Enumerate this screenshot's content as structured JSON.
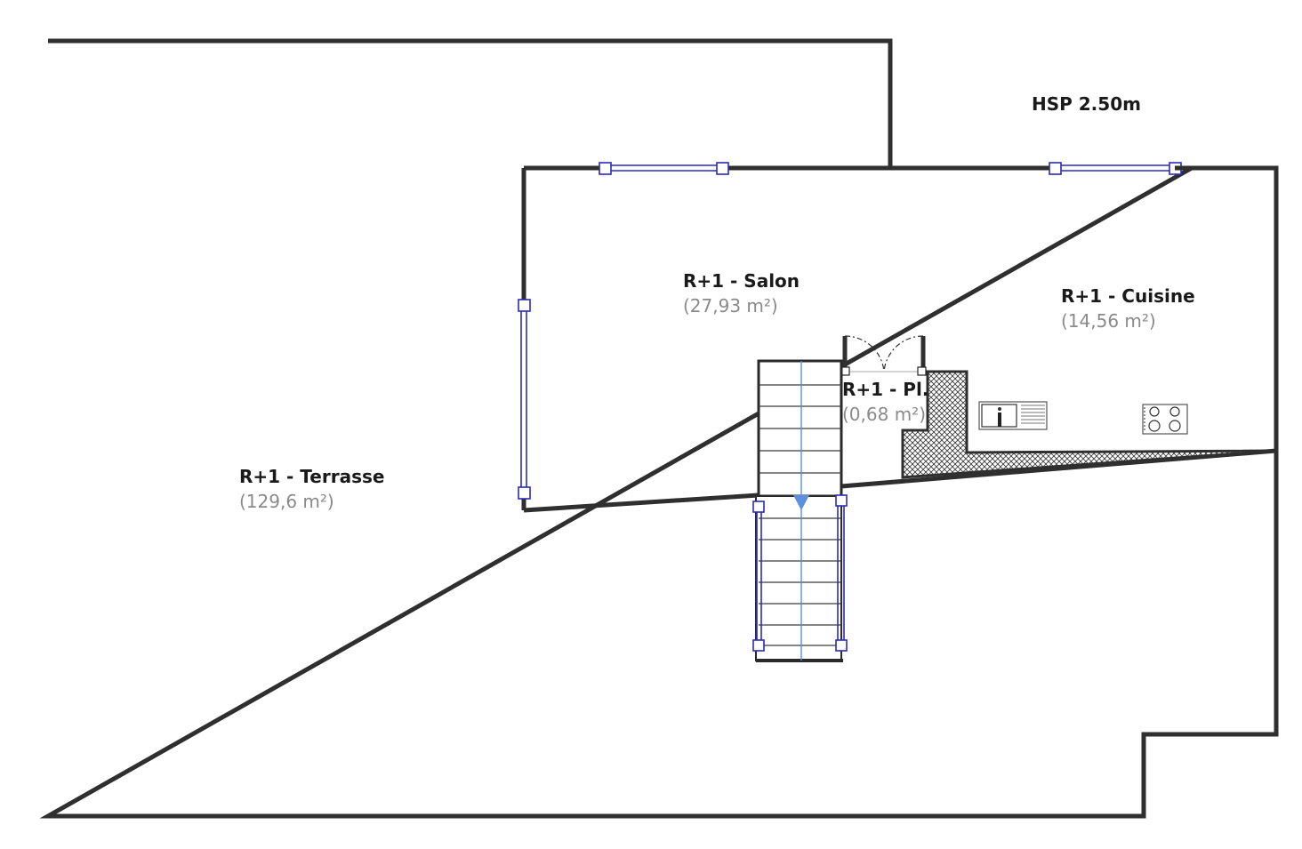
{
  "plan": {
    "height_label": "HSP 2.50m",
    "colors": {
      "wall": "#2f2f2f",
      "window": "#2b2bb8",
      "stair_axis": "#5b8fe0",
      "room_name": "#1a1a1a",
      "room_area": "#8a8a8a"
    },
    "rooms": [
      {
        "name": "R+1 - Terrasse",
        "area": "(129,6 m²)"
      },
      {
        "name": "R+1 - Salon",
        "area": "(27,93 m²)"
      },
      {
        "name": "R+1 - Cuisine",
        "area": "(14,56 m²)"
      },
      {
        "name": "R+1 - Pl.",
        "area": "(0,68 m²)"
      }
    ],
    "icons": {
      "sink": "sink-icon",
      "cooktop": "cooktop-icon",
      "stair_arrow": "stair-direction-arrow-icon",
      "door": "double-door-icon"
    }
  }
}
